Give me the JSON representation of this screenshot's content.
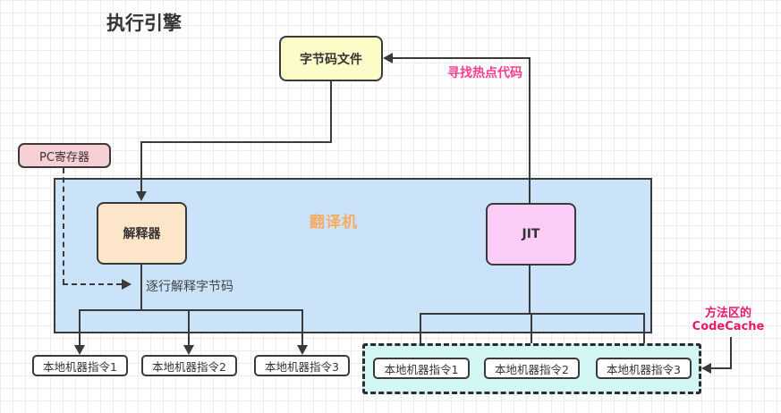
{
  "title": "执行引擎",
  "nodes": {
    "bytecode_file": "字节码文件",
    "pc_register": "PC寄存器",
    "interpreter": "解释器",
    "jit": "JIT",
    "translator_watermark": "翻译机"
  },
  "labels": {
    "find_hotspot": "寻找热点代码",
    "interpret_line_by_line": "逐行解释字节码",
    "method_area_line1": "方法区的",
    "method_area_line2": "CodeCache"
  },
  "interpreter_outputs": [
    "本地机器指令1",
    "本地机器指令2",
    "本地机器指令3"
  ],
  "jit_outputs": [
    "本地机器指令1",
    "本地机器指令2",
    "本地机器指令3"
  ],
  "edges": [
    {
      "from": "bytecode_file",
      "to": "interpreter",
      "label": ""
    },
    {
      "from": "jit",
      "to": "bytecode_file",
      "label": "寻找热点代码"
    },
    {
      "from": "pc_register",
      "to": "interpreter",
      "style": "dashed"
    },
    {
      "from": "interpreter",
      "to": "native-instructions-1-3",
      "label": "逐行解释字节码"
    },
    {
      "from": "jit",
      "to": "codecache-instructions-1-3",
      "label": ""
    },
    {
      "from": "method-area-codecache-label",
      "to": "codecache-container",
      "label": ""
    }
  ],
  "colors": {
    "bytecode_fill": "#fcfcc8",
    "pc_fill": "#f8cfd4",
    "panel_fill": "#cae3f9",
    "interpreter_fill": "#fce5c9",
    "jit_fill": "#fbcdf6",
    "codecache_fill": "#d2f6f3",
    "edge_stroke": "#3a3a3a",
    "hotspot_text": "#ff3d90",
    "codecache_text": "#e8186d",
    "watermark_text": "#f9ab62",
    "grid_line": "#ececec"
  }
}
